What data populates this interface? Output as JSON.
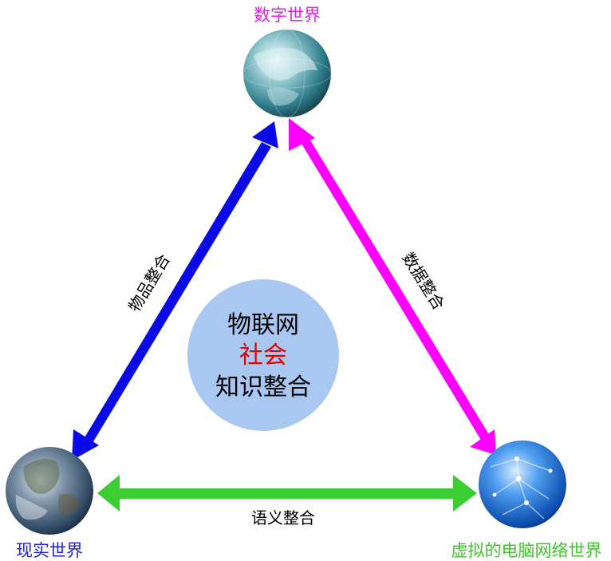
{
  "nodes": {
    "top": {
      "label": "数字世界",
      "color": "#e61ee6",
      "icon": "globe-grid-icon"
    },
    "left": {
      "label": "现实世界",
      "color": "#1e1ee6",
      "icon": "earth-photo-icon"
    },
    "right": {
      "label": "虚拟的电脑网络世界",
      "color": "#3cc828",
      "icon": "network-globe-icon"
    }
  },
  "edges": {
    "left": {
      "label": "物品整合",
      "color": "#0a0ae6"
    },
    "right": {
      "label": "数据整合",
      "color": "#ff00ff"
    },
    "bottom": {
      "label": "语义整合",
      "color": "#3ccd32"
    }
  },
  "center": {
    "lines": [
      {
        "text": "物联网",
        "color": "#000000"
      },
      {
        "text": "社会",
        "color": "#e60000"
      },
      {
        "text": "知识整合",
        "color": "#000000"
      }
    ],
    "fill": "#a8c8f2"
  }
}
